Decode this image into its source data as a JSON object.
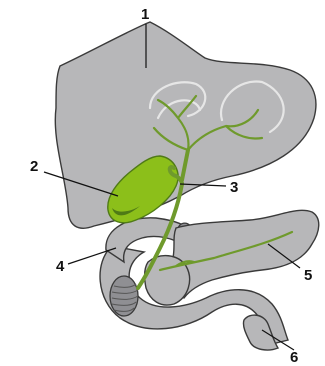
{
  "colors": {
    "organ_fill": "#b7b7b9",
    "organ_stroke": "#3a3a3a",
    "organ_highlight": "#e6e6e6",
    "organ_shadow": "#8f8f93",
    "duct": "#6f9a2c",
    "gallbladder": "#8cbf1a",
    "gallbladder_dark": "#4f7a16",
    "background": "#ffffff"
  },
  "labels": {
    "l1": "1",
    "l2": "2",
    "l3": "3",
    "l4": "4",
    "l5": "5",
    "l6": "6"
  }
}
